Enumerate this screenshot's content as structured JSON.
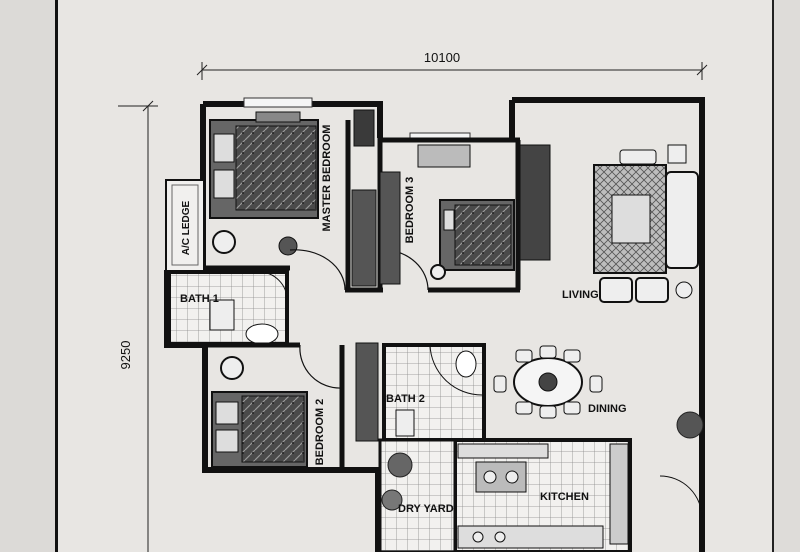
{
  "dimensions": {
    "width_label": "10100",
    "height_label": "9250"
  },
  "rooms": {
    "master_bedroom": "MASTER BEDROOM",
    "bedroom_2": "BEDROOM 2",
    "bedroom_3": "BEDROOM 3",
    "bath_1": "BATH 1",
    "bath_2": "BATH 2",
    "ac_ledge": "A/C LEDGE",
    "living": "LIVING",
    "dining": "DINING",
    "kitchen": "KITCHEN",
    "dry_yard": "DRY YARD"
  }
}
